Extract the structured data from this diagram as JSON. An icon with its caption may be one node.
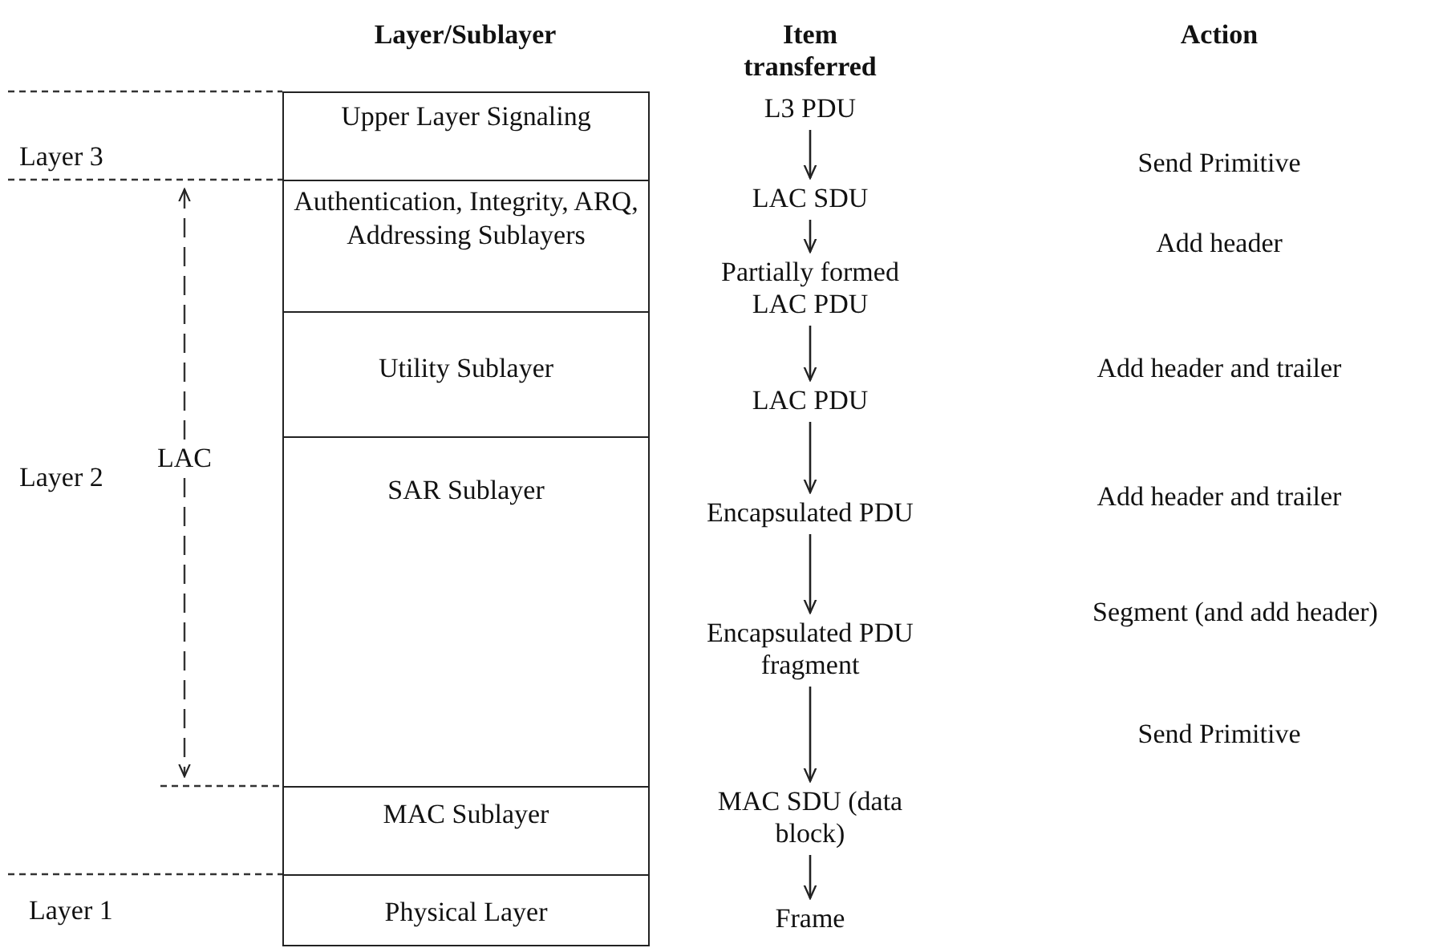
{
  "diagram": {
    "nodes": [
      {
        "text": [
          "Upper Layer Signaling"
        ]
      },
      {
        "text": [
          "Authentication, Integrity, ARQ, Addressing Sublayers"
        ]
      },
      {
        "text": [
          "Utility Sublayer"
        ]
      },
      {
        "text": [
          "SAR Sublayer"
        ]
      },
      {
        "text": [
          "MAC Sublayer"
        ]
      },
      {
        "text": [
          "Physical Layer"
        ]
      },
      {
        "text": [
          "L3 PDU"
        ]
      },
      {
        "text": [
          "LAC SDU"
        ]
      },
      {
        "text": [
          "Partially formed LAC PDU"
        ]
      },
      {
        "text": [
          "LAC PDU"
        ]
      },
      {
        "text": [
          "Encapsulated PDU"
        ]
      },
      {
        "text": [
          "Encapsulated PDU fragment"
        ]
      },
      {
        "text": [
          "MAC SDU (data block)"
        ]
      },
      {
        "text": [
          "Frame"
        ]
      }
    ],
    "edges": [
      {
        "from": 6,
        "to": 7,
        "arrow": "to"
      },
      {
        "from": 7,
        "to": 8,
        "arrow": "to"
      },
      {
        "from": 8,
        "to": 9,
        "arrow": "to"
      },
      {
        "from": 9,
        "to": 10,
        "arrow": "to"
      },
      {
        "from": 10,
        "to": 11,
        "arrow": "to"
      },
      {
        "from": 11,
        "to": 12,
        "arrow": "to"
      },
      {
        "from": 12,
        "to": 13,
        "arrow": "to"
      }
    ],
    "labels": [
      "Layer/Sublayer",
      "Item transferred",
      "Action",
      "Layer 3",
      "LAC",
      "Layer 2",
      "Send Primitive",
      "Add header",
      "Add header and trailer",
      "Add header and trailer",
      "Segment (and add header)",
      "Send Primitive",
      "Layer 1"
    ]
  }
}
